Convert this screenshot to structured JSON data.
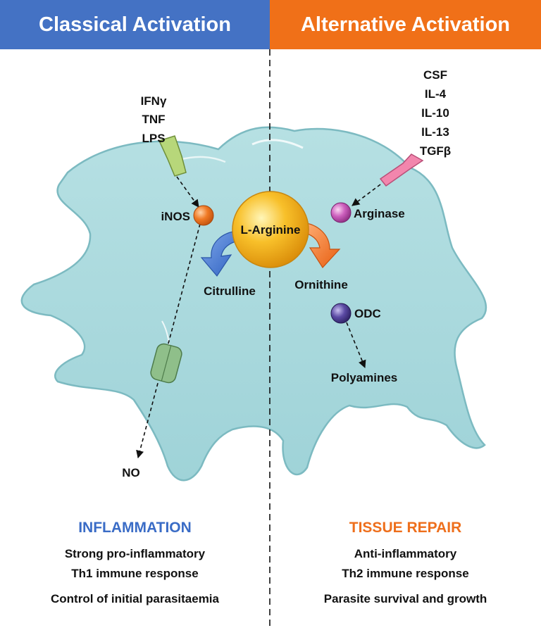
{
  "colors": {
    "classical": "#4472c4",
    "alternative": "#f07018",
    "cell_fill": "#a9d9dd",
    "cell_stroke": "#78b8c0",
    "arginine": "#f6b71a",
    "inos": "#f07a25",
    "arginase": "#cc5fbd",
    "odc": "#5b4aa4",
    "receptor_left": "#b7d77a",
    "receptor_right": "#f286ad",
    "channel": "#8fbf8a"
  },
  "header": {
    "left_title": "Classical Activation",
    "right_title": "Alternative Activation"
  },
  "classical": {
    "stimuli": [
      "IFNγ",
      "TNF",
      "LPS"
    ],
    "enzyme": "iNOS",
    "product": "Citrulline",
    "output": "NO"
  },
  "center": {
    "substrate": "L-Arginine"
  },
  "alternative": {
    "stimuli": [
      "CSF",
      "IL-4",
      "IL-10",
      "IL-13",
      "TGFβ"
    ],
    "enzyme": "Arginase",
    "product": "Ornithine",
    "enzyme2": "ODC",
    "output": "Polyamines"
  },
  "bottom": {
    "left": {
      "title": "INFLAMMATION",
      "lines": [
        "Strong pro-inflammatory",
        "Th1 immune response"
      ],
      "extra": "Control of initial parasitaemia"
    },
    "right": {
      "title": "TISSUE REPAIR",
      "lines": [
        "Anti-inflammatory",
        "Th2 immune response"
      ],
      "extra": "Parasite survival and growth"
    }
  }
}
